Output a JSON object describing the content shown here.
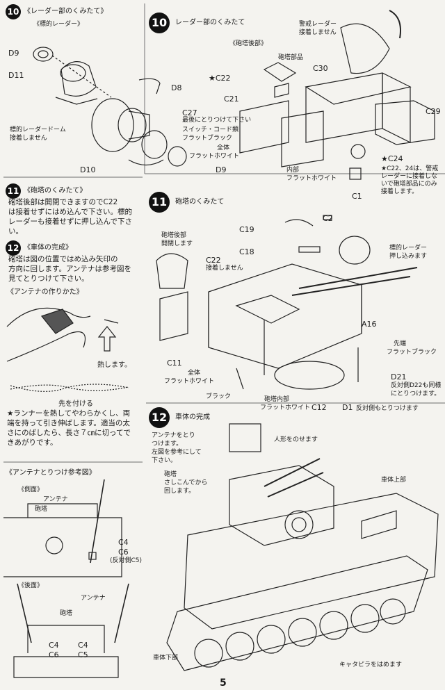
{
  "sections": {
    "s10_small": {
      "num": "10",
      "title": "《レーダー部のくみたて》",
      "sub": "《標的レーダー》"
    },
    "s10_big": {
      "num": "10",
      "title": "レーダー部のくみたて",
      "sub": "《砲塔後部》"
    },
    "s11_small": {
      "num": "11",
      "title": "《砲塔のくみたて》",
      "lines": [
        "砲塔後部は開閉できますのでC22",
        "は接着せずにはめ込んで下さい。標的",
        "レーダーも接着せずに押し込んで下さ",
        "い。"
      ]
    },
    "s12_small": {
      "num": "12",
      "title": "《車体の完成》",
      "lines": [
        "砲塔は図の位置ではめ込み矢印の",
        "方向に回します。アンテナは参考図を",
        "見てとりつけて下さい。"
      ]
    },
    "antenna_make": {
      "title": "《アンテナの作りかた》",
      "heat": "熱します。",
      "thin": "先を付ける",
      "lines": [
        "★ランナーを熱してやわらかくし、両",
        "端を持って引き伸ばします。適当の太",
        "さにのばしたら、長さ７㎝に切ってで",
        "きあがりです。"
      ]
    },
    "antenna_ref": {
      "title": "《アンテナとりつけ参考図》",
      "side": "《側面》",
      "rear": "《後面》",
      "antenna": "アンテナ",
      "turret": "砲塔",
      "c4": "C4",
      "c6": "C6",
      "c6note": "(反対側C5)",
      "c5": "C5"
    },
    "s11_big": {
      "num": "11",
      "title": "砲塔のくみたて"
    },
    "s12_big": {
      "num": "12",
      "title": "車体の完成"
    },
    "labels": {
      "d9a": "D9",
      "d11": "D11",
      "d8": "D8",
      "d10": "D10",
      "d9b": "D9",
      "target_dome": "標的レーダードーム",
      "no_glue1": "接着しません",
      "warning_radar": "警戒レーダー",
      "no_glue2": "接着しません",
      "turret_part": "砲塔部品",
      "c30": "C30",
      "c22": "★C22",
      "c21": "C21",
      "c27": "C27",
      "glue_last": "最後にとりつけて下さい",
      "switch_box": "スイッチ・コード類",
      "flat_black": "フラットブラック",
      "all_white": "全体",
      "flat_white": "フラットホワイト",
      "c29": "C29",
      "c24": "★C24",
      "inner": "内部",
      "inner_white": "フラットホワイト",
      "c1": "C1",
      "note_c22": "★C22、24は、警戒レーダーに接着しないで砲塔部品にのみ接着します。",
      "rear_open": "砲塔後部",
      "rear_open2": "開閉します",
      "c22b": "C22",
      "no_glue3": "接着しません",
      "c19": "C19",
      "c18": "C18",
      "c2": "C2",
      "target_radar": "標的レーダー",
      "push_in": "押し込みます",
      "a16": "A16",
      "first": "先端",
      "first_black": "フラットブラック",
      "c11": "C11",
      "all2": "全体",
      "all2_white": "フラットホワイト",
      "black": "ブラック",
      "turret_inner": "砲塔内部",
      "turret_inner_white": "フラットホワイト",
      "c12": "C12",
      "d1": "D1",
      "d1note": "反対側もとりつけます",
      "d21": "D21",
      "d21note1": "反対側D22も同様",
      "d21note2": "にとりつけます。",
      "ant_attach": "アンテナをとり",
      "ant_attach2": "つけます。",
      "ant_attach3": "左図を参考にして",
      "ant_attach4": "下さい。",
      "crew": "人形をのせます",
      "turret_rot": "砲塔",
      "turret_rot2": "さしこんでから",
      "turret_rot3": "回します。",
      "hull_upper": "車体上部",
      "hull_lower": "車体下部",
      "track": "キャタピラをはめます"
    },
    "page": "5"
  }
}
